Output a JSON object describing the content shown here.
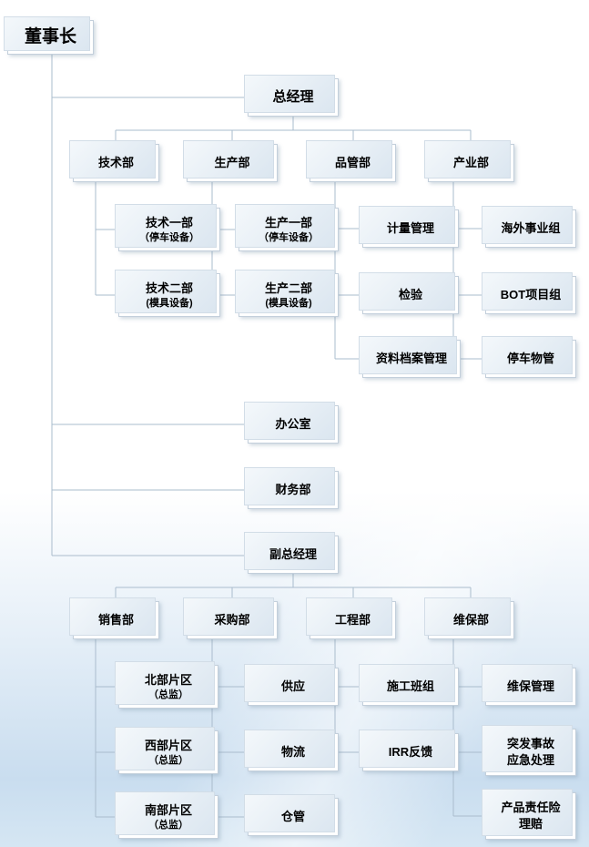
{
  "colors": {
    "line": "#aabccd",
    "box_border": "#c3cfdb",
    "background_bottom": "#cfe2f2"
  },
  "nodes": {
    "chairman": {
      "label": "董事长"
    },
    "gm": {
      "label": "总经理"
    },
    "tech": {
      "label": "技术部"
    },
    "prod": {
      "label": "生产部"
    },
    "qc": {
      "label": "品管部"
    },
    "industry": {
      "label": "产业部"
    },
    "tech1": {
      "label": "技术一部",
      "sub": "（停车设备）"
    },
    "tech2": {
      "label": "技术二部",
      "sub": "(模具设备)"
    },
    "prod1": {
      "label": "生产一部",
      "sub": "（停车设备）"
    },
    "prod2": {
      "label": "生产二部",
      "sub": "(模具设备)"
    },
    "metrology": {
      "label": "计量管理"
    },
    "inspection": {
      "label": "检验"
    },
    "archives": {
      "label": "资料档案管理"
    },
    "overseas": {
      "label": "海外事业组"
    },
    "bot": {
      "label": "BOT项目组"
    },
    "parking": {
      "label": "停车物管"
    },
    "office": {
      "label": "办公室"
    },
    "finance": {
      "label": "财务部"
    },
    "dgm": {
      "label": "副总经理"
    },
    "sales": {
      "label": "销售部"
    },
    "purchasing": {
      "label": "采购部"
    },
    "engineering": {
      "label": "工程部"
    },
    "maintenance": {
      "label": "维保部"
    },
    "north": {
      "label": "北部片区",
      "sub": "（总监）"
    },
    "west": {
      "label": "西部片区",
      "sub": "（总监）"
    },
    "south": {
      "label": "南部片区",
      "sub": "（总监）"
    },
    "supply": {
      "label": "供应"
    },
    "logistics": {
      "label": "物流"
    },
    "warehouse": {
      "label": "仓管"
    },
    "construction": {
      "label": "施工班组"
    },
    "irr": {
      "label": "IRR反馈"
    },
    "maint_mgmt": {
      "label": "维保管理"
    },
    "emergency": {
      "label": "突发事故\n应急处理"
    },
    "liability": {
      "label": "产品责任险\n理赔"
    }
  },
  "hierarchy": {
    "chairman": [
      "gm",
      "office",
      "finance",
      "dgm"
    ],
    "gm": [
      "tech",
      "prod",
      "qc",
      "industry"
    ],
    "tech": [
      "tech1",
      "tech2"
    ],
    "prod": [
      "prod1",
      "prod2"
    ],
    "qc": [
      "metrology",
      "inspection",
      "archives"
    ],
    "industry": [
      "overseas",
      "bot",
      "parking"
    ],
    "dgm": [
      "sales",
      "purchasing",
      "engineering",
      "maintenance"
    ],
    "sales": [
      "north",
      "west",
      "south"
    ],
    "purchasing": [
      "supply",
      "logistics",
      "warehouse"
    ],
    "engineering": [
      "construction",
      "irr"
    ],
    "maintenance": [
      "maint_mgmt",
      "emergency",
      "liability"
    ]
  }
}
